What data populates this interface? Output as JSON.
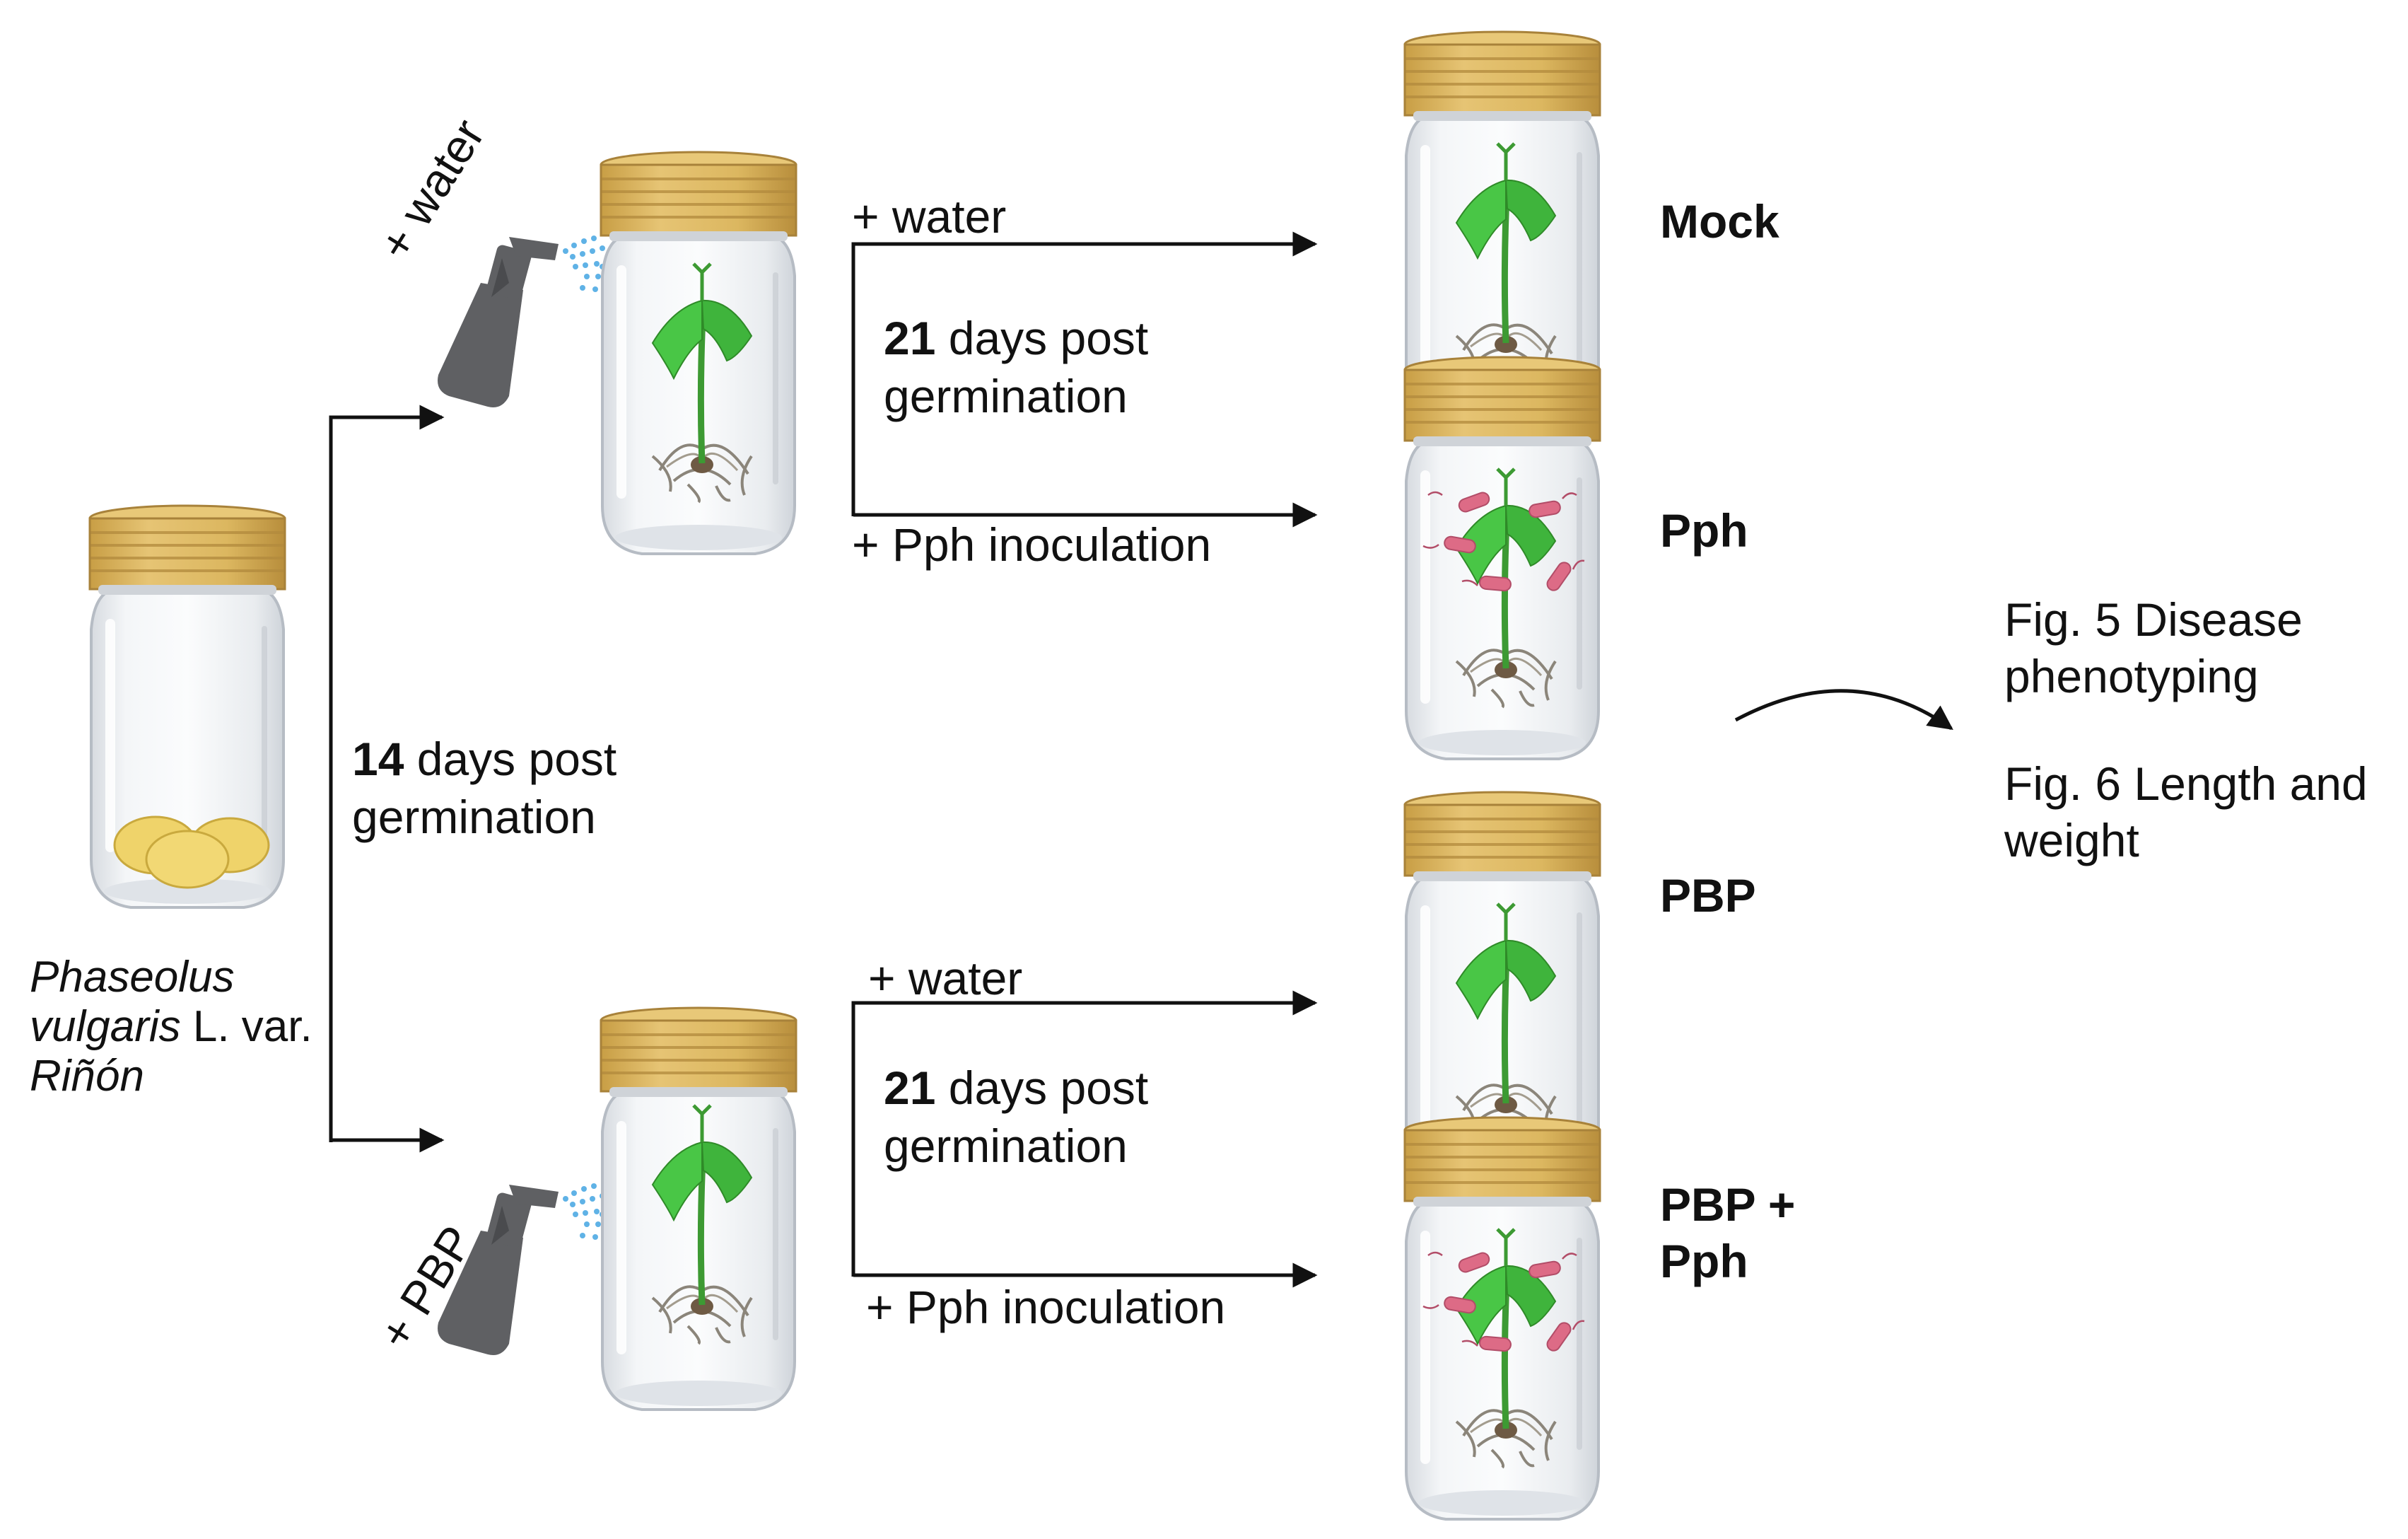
{
  "seed": {
    "species_italic": "Phaseolus",
    "species_line2_italic": "vulgaris",
    "species_line2_rest": " L. var.",
    "variety_italic": "Riñón"
  },
  "stage1": {
    "days_bold": "14",
    "days_rest": " days post",
    "germination": "germination",
    "spray_top": "+ water",
    "spray_bottom": "+ PBP"
  },
  "stage2": {
    "top_water": "+ water",
    "top_pph": "+ Pph inoculation",
    "bottom_water": "+ water",
    "bottom_pph": "+ Pph inoculation",
    "days_bold": "21",
    "days_rest": " days post",
    "germination": "germination"
  },
  "treatments": [
    "Mock",
    "Pph",
    "PBP",
    "PBP +",
    "Pph"
  ],
  "outputs": {
    "fig5_line1": "Fig. 5 Disease",
    "fig5_line2": "phenotyping",
    "fig6_line1": "Fig. 6 Length and",
    "fig6_line2": "weight"
  },
  "colors": {
    "lid": "#d9b45e",
    "lid_stripe": "#b8913f",
    "jar_glass": "#eef1f4",
    "jar_outline": "#b6bcc4",
    "seed": "#efd36a",
    "leaf": "#49c646",
    "stem": "#3d9a33",
    "bacteria": "#dd6b86",
    "spray_bottle": "#5f6063",
    "mist": "#5fb2e6",
    "line": "#111111"
  },
  "icons": [
    "jar-icon",
    "seed-icon",
    "seedling-icon",
    "spray-bottle-icon",
    "bacteria-icon",
    "curved-arrow-icon"
  ]
}
